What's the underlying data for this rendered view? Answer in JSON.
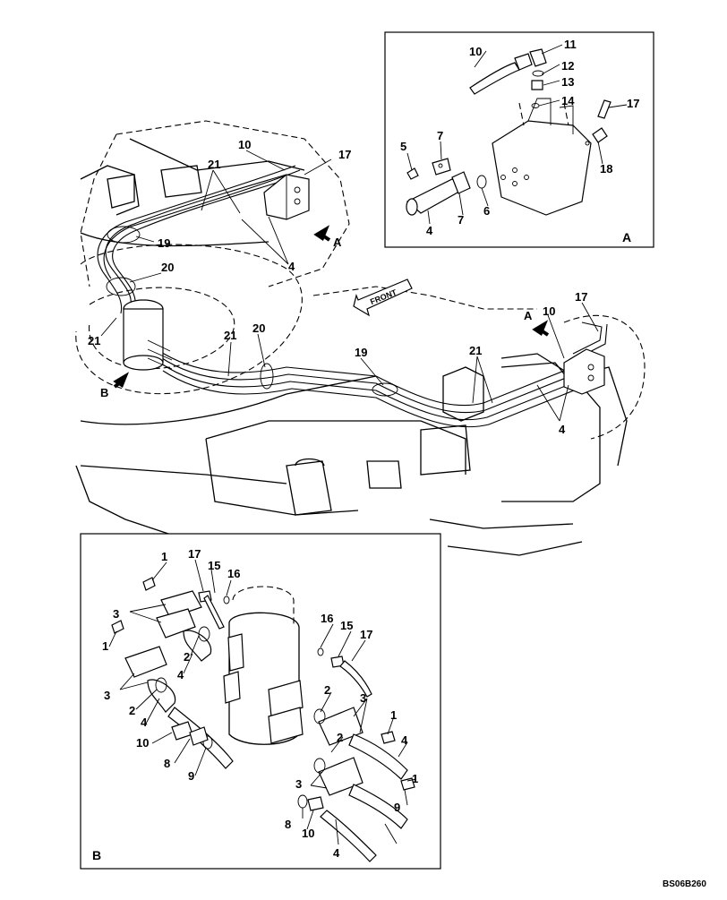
{
  "drawing": {
    "code": "BS06B260",
    "front_label": "FRONT",
    "view_a_marker": "A",
    "view_b_marker": "B",
    "inset_a_label": "A",
    "inset_b_label": "B"
  },
  "callouts_main": [
    "10",
    "17",
    "21",
    "19",
    "4",
    "20",
    "21",
    "21",
    "20",
    "19",
    "21",
    "10",
    "17",
    "4"
  ],
  "callouts_inset_a": [
    "10",
    "11",
    "12",
    "13",
    "14",
    "17",
    "5",
    "7",
    "18",
    "7",
    "6",
    "4"
  ],
  "callouts_inset_b": [
    "1",
    "17",
    "15",
    "16",
    "3",
    "1",
    "2",
    "4",
    "16",
    "15",
    "17",
    "3",
    "2",
    "4",
    "10",
    "8",
    "9",
    "2",
    "3",
    "1",
    "4",
    "2",
    "3",
    "1",
    "9",
    "8",
    "10",
    "4"
  ],
  "icons": [
    "arrow-view-a",
    "arrow-view-b",
    "front-arrow"
  ]
}
